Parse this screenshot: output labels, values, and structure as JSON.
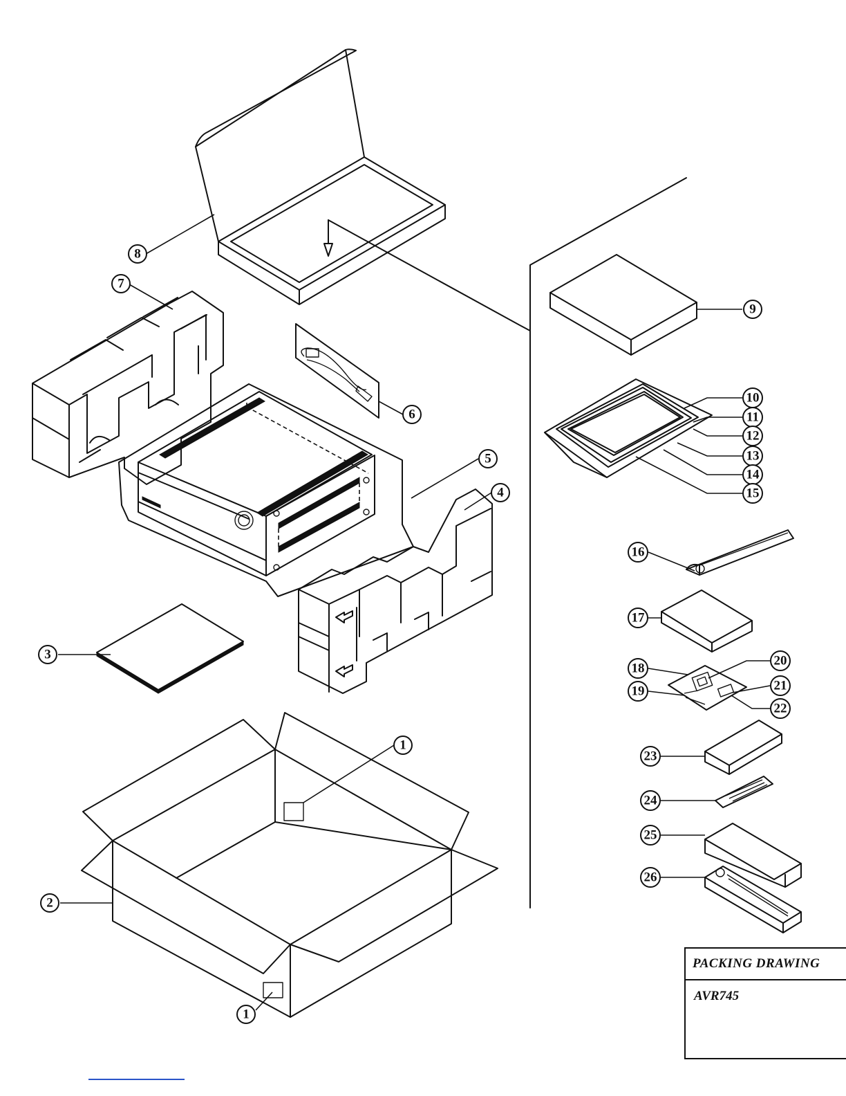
{
  "callouts": {
    "c1": "1",
    "c2": "2",
    "c3": "3",
    "c4": "4",
    "c5": "5",
    "c6": "6",
    "c7": "7",
    "c8": "8",
    "c9": "9",
    "c10": "10",
    "c11": "11",
    "c12": "12",
    "c13": "13",
    "c14": "14",
    "c15": "15",
    "c16": "16",
    "c17": "17",
    "c18": "18",
    "c19": "19",
    "c20": "20",
    "c21": "21",
    "c22": "22",
    "c23": "23",
    "c24": "24",
    "c25": "25",
    "c26": "26"
  },
  "title_block": {
    "title": "PACKING DRAWING",
    "model": "AVR745"
  }
}
